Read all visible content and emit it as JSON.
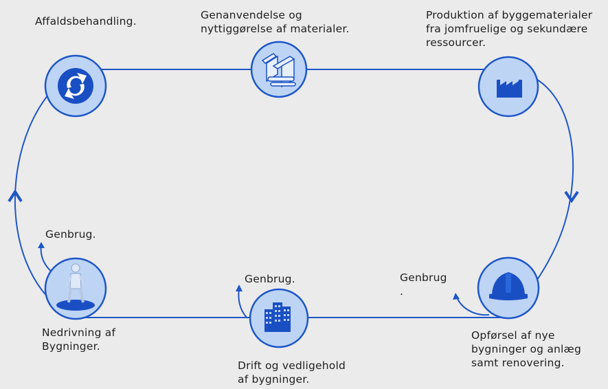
{
  "colors": {
    "background": "#ebebeb",
    "line": "#1e56c8",
    "node_fill": "#bdd4f5",
    "icon_dark": "#1a4fc4",
    "text": "#1f1f1f"
  },
  "nodes": [
    {
      "id": "waste",
      "icon": "recycle-icon",
      "label": "Affaldsbehandling."
    },
    {
      "id": "reuse",
      "icon": "steel-beams-icon",
      "label": "Genanvendelse og\nnyttiggørelse af materialer."
    },
    {
      "id": "production",
      "icon": "factory-icon",
      "label": "Produktion af byggematerialer\nfra jomfruelige og sekundære\nressourcer."
    },
    {
      "id": "construction",
      "icon": "hard-hat-icon",
      "label": "Opførsel af nye\nbygninger og anlæg\nsamt renovering."
    },
    {
      "id": "operation",
      "icon": "buildings-icon",
      "label": "Drift og vedligehold\naf bygninger."
    },
    {
      "id": "demolition",
      "icon": "demolition-worker-icon",
      "label": "Nedrivning af\nBygninger."
    }
  ],
  "reuse_labels": [
    {
      "id": "demolition",
      "text": "Genbrug."
    },
    {
      "id": "operation",
      "text": "Genbrug."
    },
    {
      "id": "construction",
      "text": "Genbrug\n."
    }
  ]
}
